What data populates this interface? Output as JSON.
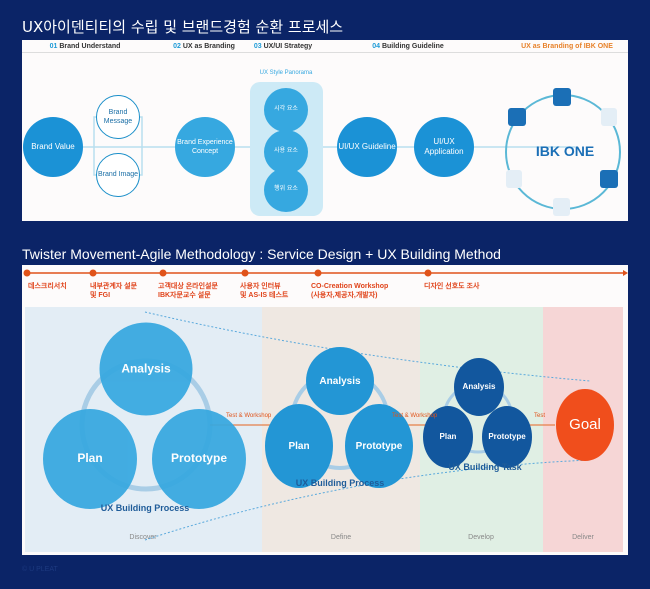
{
  "title1": "UX아이덴티티의 수립 및 브랜드경험 순환 프로세스",
  "steps": [
    {
      "num": "01",
      "label": "Brand Understand"
    },
    {
      "num": "02",
      "label": "UX as Branding"
    },
    {
      "num": "03",
      "label": "UX/UI Strategy"
    },
    {
      "num": "04",
      "label": "Building Guideline"
    }
  ],
  "ibk_step": "UX as Branding of IBK ONE",
  "nodes": {
    "brand_value": "Brand Value",
    "brand_message": "Brand Message",
    "brand_image": "Brand Image",
    "brand_experience": "Brand Experience Concept",
    "guideline": "UI/UX Guideline",
    "application": "UI/UX Application"
  },
  "panorama": {
    "title": "UX Style Panorama",
    "items": [
      "시각 요소",
      "사용 요소",
      "행위 요소"
    ]
  },
  "ibk_logo": "IBK ONE",
  "title2": "Twister Movement-Agile Methodology : Service Design + UX Building Method",
  "timeline": [
    "데스크리서치",
    "내부관계자 설문\n및 FGI",
    "고객대상 온라인설문\nIBK자문교수 설문",
    "사용자 인터뷰\n및 AS-IS 테스트",
    "CO-Creation Workshop\n(사용자,제공자,개발자)",
    "디자인 선호도 조사"
  ],
  "phases": [
    "Discover",
    "Define",
    "Develop",
    "Deliver"
  ],
  "cycle": {
    "analysis": "Analysis",
    "plan": "Plan",
    "prototype": "Prototype"
  },
  "cycle_labels": [
    "UX Building Process",
    "UX Building Process",
    "UX Building Task"
  ],
  "arrows": [
    "Test & Workshop",
    "Test & Workshop",
    "Test"
  ],
  "goal": "Goal",
  "copyright": "© U PLEAT",
  "colors": {
    "bg": "#0b2467",
    "accent": "#1b92d6",
    "orange": "#f04e1c"
  }
}
